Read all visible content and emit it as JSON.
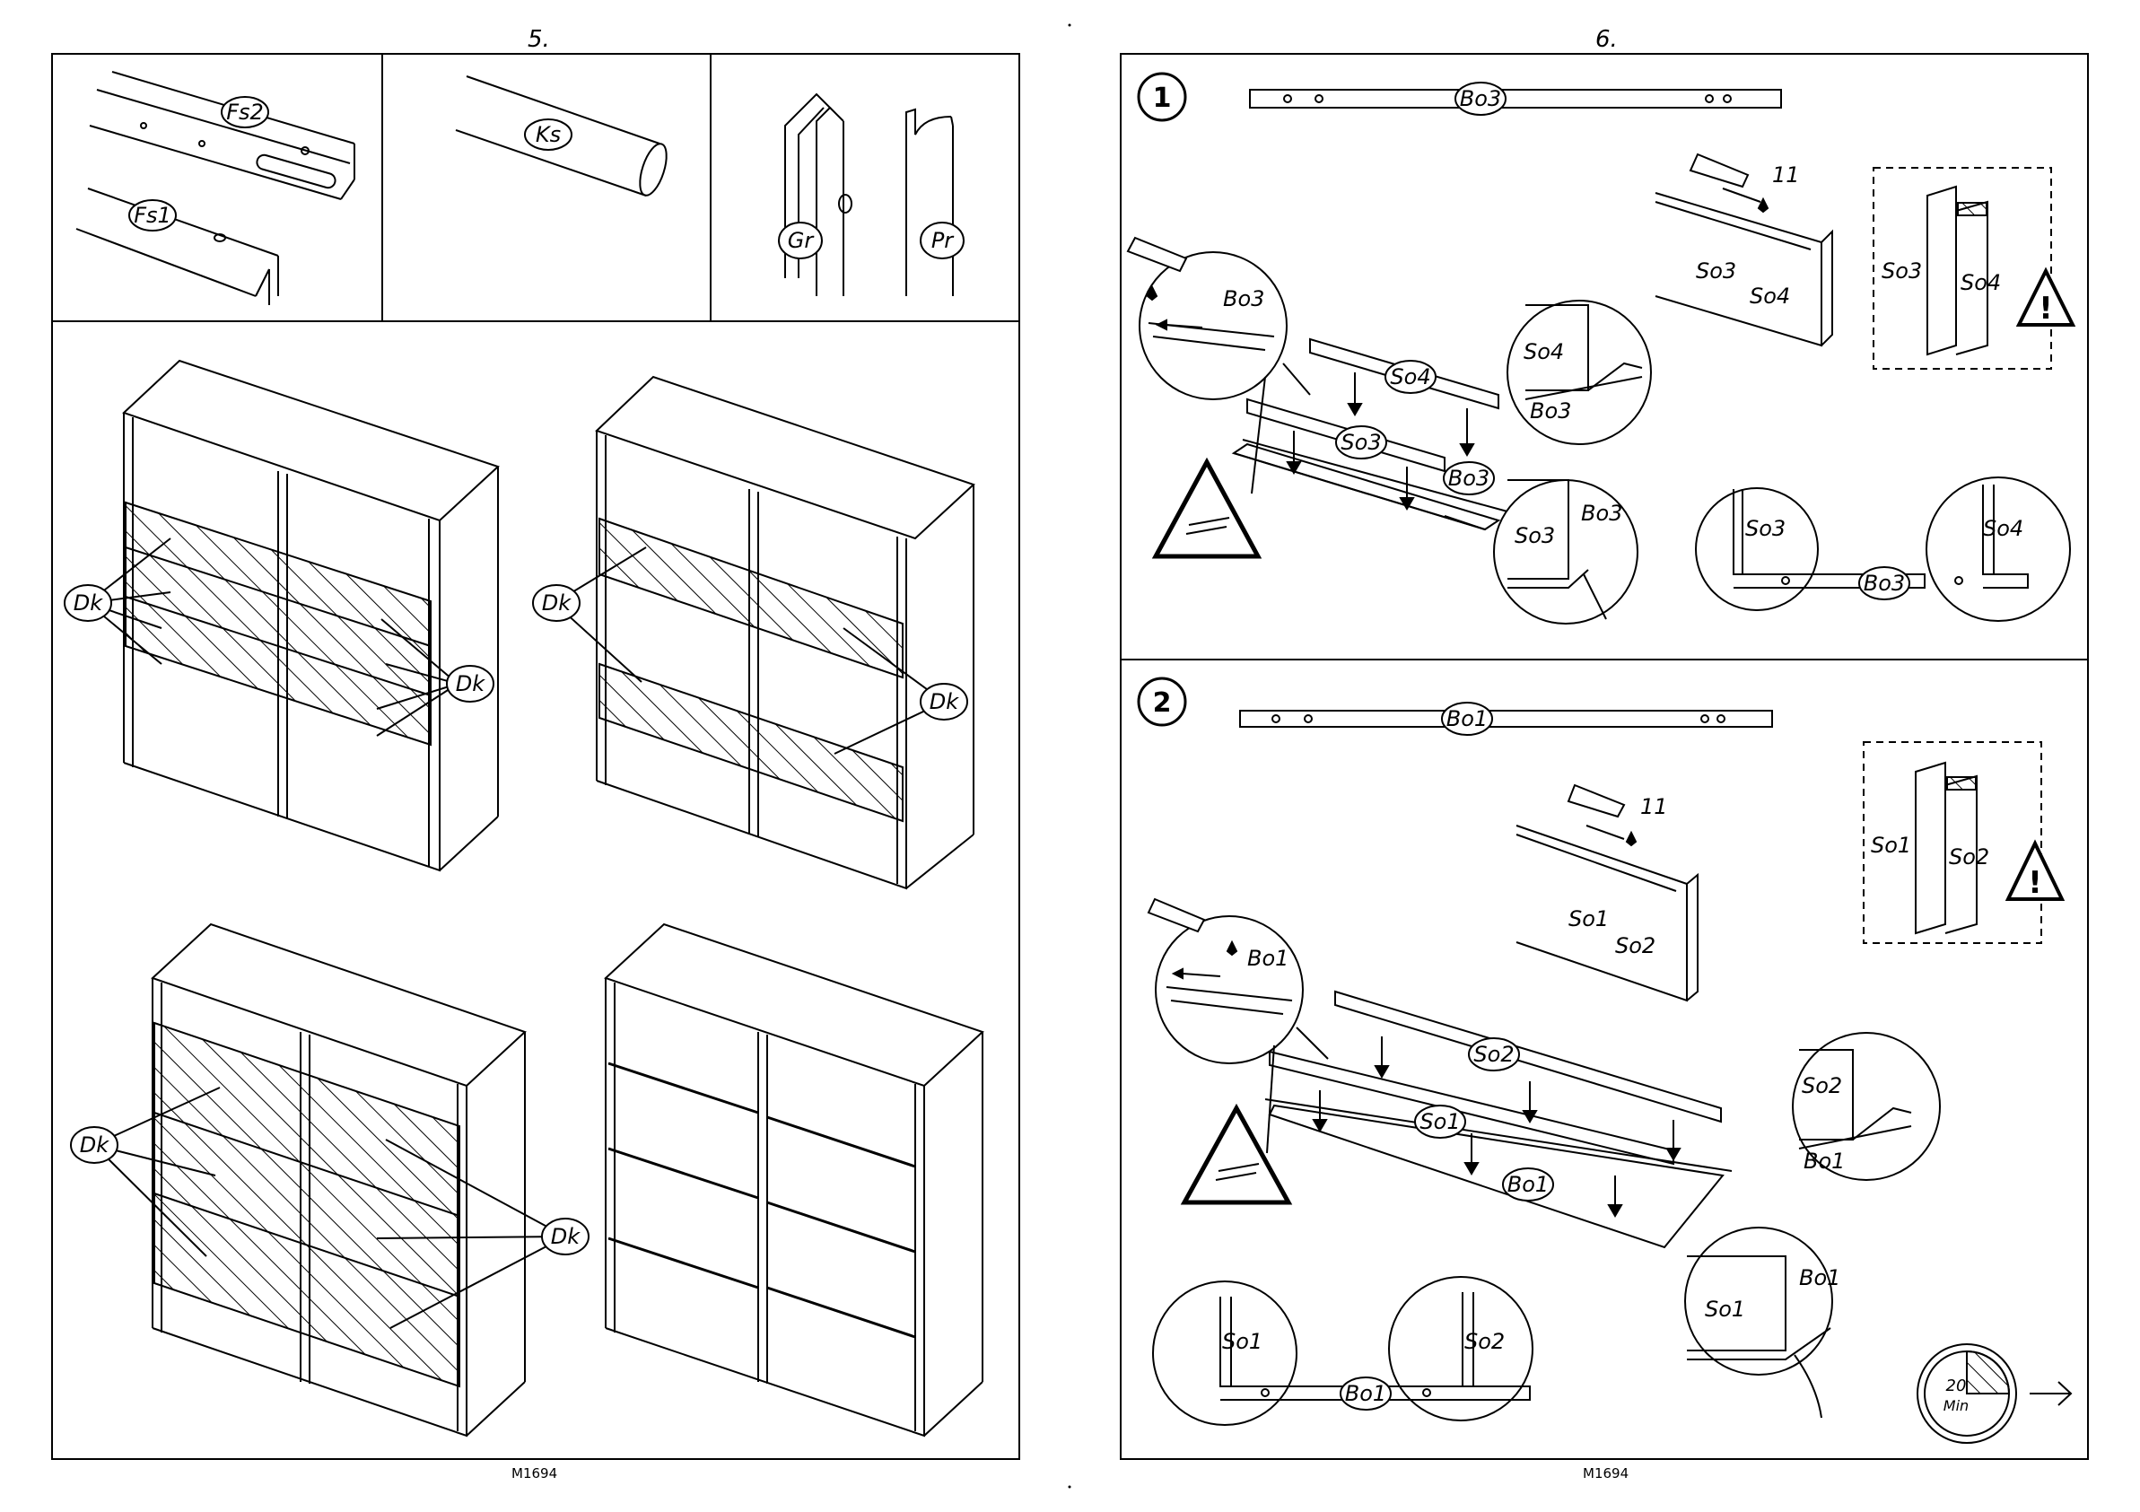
{
  "left_page": {
    "page_number": "5.",
    "footer": "M1694",
    "parts": [
      "Fs2",
      "Fs1",
      "Ks",
      "Gr",
      "Pr"
    ],
    "door_label": "Dk"
  },
  "right_page": {
    "page_number": "6.",
    "footer": "M1694",
    "step1": {
      "number": "1",
      "bar_label": "Bo3",
      "glue_count": "11",
      "labels": {
        "so3": "So3",
        "so4": "So4",
        "bo3": "Bo3"
      }
    },
    "step2": {
      "number": "2",
      "bar_label": "Bo1",
      "glue_count": "11",
      "labels": {
        "so1": "So1",
        "so2": "So2",
        "bo1": "Bo1"
      }
    },
    "timer": {
      "value": "20",
      "unit": "Min"
    },
    "next_icon": "arrow-right-icon"
  }
}
